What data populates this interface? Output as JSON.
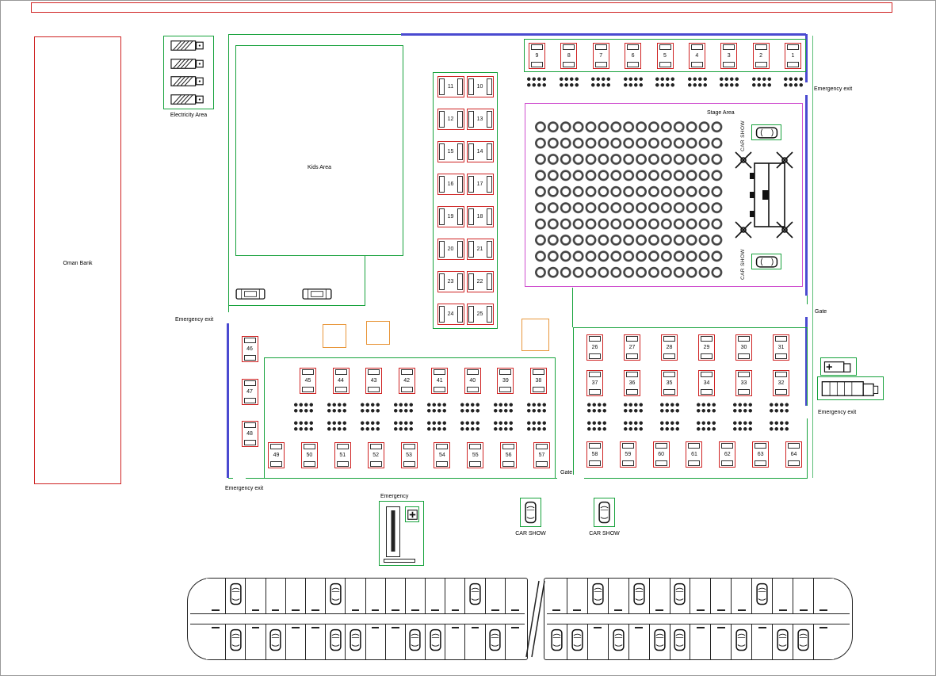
{
  "colors": {
    "red": "#cf2222",
    "green": "#17a23c",
    "blue": "#4a4ad0",
    "magenta": "#cf4fcf",
    "orange": "#e8963a"
  },
  "areas": {
    "oman_bank": "Oman Bank",
    "electricity": "Electricity Area",
    "kids": "Kids Area",
    "stage": "Stage Area",
    "emergency_station": "Emergency"
  },
  "labels": {
    "emergency_exit": "Emergency exit",
    "gate": "Gate",
    "car_show": "CAR SHOW"
  },
  "booths": {
    "top_row": [
      "9",
      "8",
      "7",
      "6",
      "5",
      "4",
      "3",
      "2",
      "1"
    ],
    "left_pairs": [
      [
        "11",
        "10"
      ],
      [
        "12",
        "13"
      ],
      [
        "15",
        "14"
      ],
      [
        "16",
        "17"
      ],
      [
        "19",
        "18"
      ],
      [
        "20",
        "21"
      ],
      [
        "23",
        "22"
      ],
      [
        "24",
        "25"
      ]
    ],
    "right_row_1": [
      "26",
      "27",
      "28",
      "29",
      "30",
      "31"
    ],
    "right_row_2": [
      "37",
      "36",
      "35",
      "34",
      "33",
      "32"
    ],
    "left_row": [
      "45",
      "44",
      "43",
      "42",
      "41",
      "40",
      "39",
      "38"
    ],
    "left_column": [
      "46",
      "47",
      "48"
    ],
    "bottom_left_row": [
      "49",
      "50",
      "51",
      "52",
      "53",
      "54",
      "55",
      "56",
      "57"
    ],
    "bottom_right_row": [
      "58",
      "59",
      "60",
      "61",
      "62",
      "63",
      "64"
    ]
  },
  "seating": {
    "top_cluster_count": 9,
    "right_cluster_rows": [
      6,
      6
    ],
    "left_cluster_rows": [
      8,
      8
    ],
    "stage_tables": {
      "rows": 10,
      "cols": 15
    }
  },
  "electricity": {
    "generator_count": 4
  },
  "parking": {
    "left": {
      "stalls": 16,
      "top_occupied": [
        1,
        6,
        13
      ],
      "bottom_occupied": [
        1,
        3,
        6,
        7,
        10,
        11,
        14
      ]
    },
    "right": {
      "stalls": 14,
      "top_occupied": [
        2,
        4,
        6,
        10
      ],
      "bottom_occupied": [
        0,
        1,
        3,
        5,
        6,
        9,
        11,
        12
      ]
    }
  }
}
